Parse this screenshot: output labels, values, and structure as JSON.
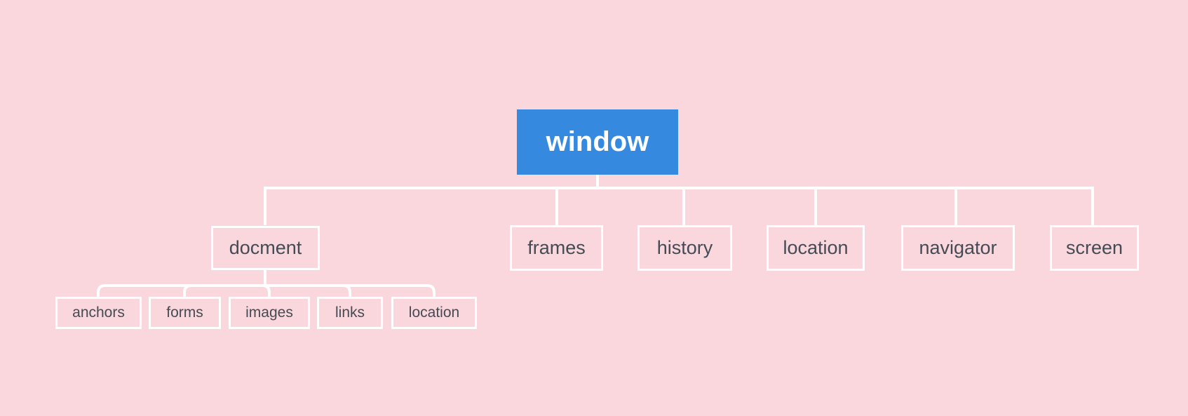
{
  "diagram": {
    "type": "tree",
    "colors": {
      "background": "#f9d7dd",
      "connector": "#ffffff",
      "node_border": "#ffffff",
      "node_fill": "transparent",
      "node_text": "#454b54",
      "root_fill": "#358ae0",
      "root_text": "#ffffff"
    },
    "tree": {
      "label": "window",
      "children": [
        {
          "label": "docment",
          "children": [
            {
              "label": "anchors"
            },
            {
              "label": "forms"
            },
            {
              "label": "images"
            },
            {
              "label": "links"
            },
            {
              "label": "location"
            }
          ]
        },
        {
          "label": "frames"
        },
        {
          "label": "history"
        },
        {
          "label": "location"
        },
        {
          "label": "navigator"
        },
        {
          "label": "screen"
        }
      ]
    }
  }
}
